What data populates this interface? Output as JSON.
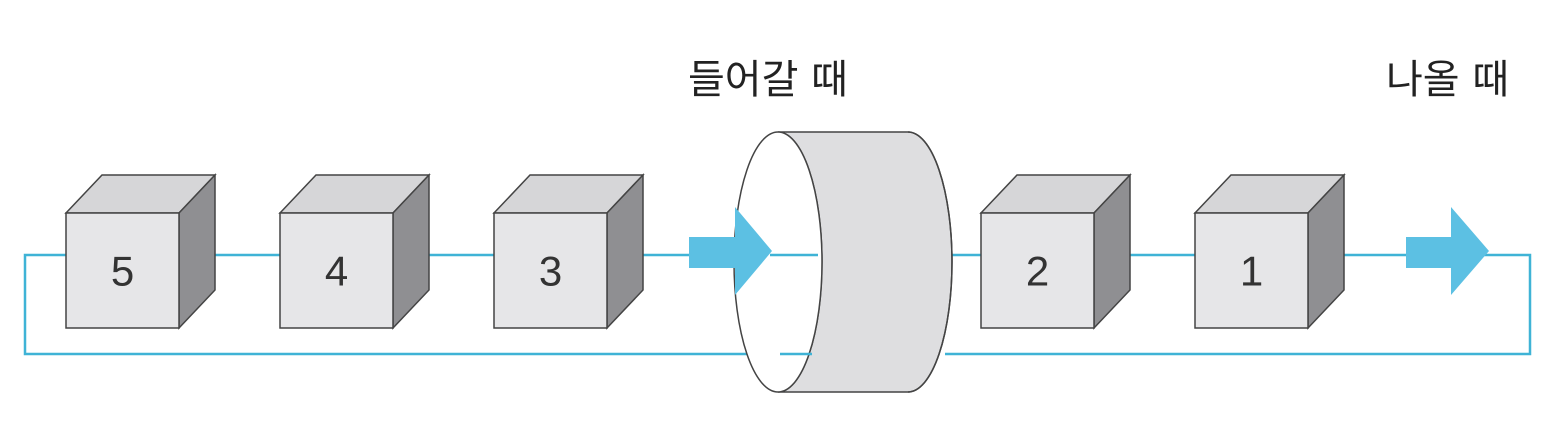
{
  "labels": {
    "entering": "들어갈 때",
    "exiting": "나올 때"
  },
  "boxes": [
    "5",
    "4",
    "3",
    "2",
    "1"
  ],
  "colors": {
    "line": "#3fb3d6",
    "arrow": "#5cc0e3",
    "cube_front": "#e6e6e8",
    "cube_top": "#d6d6d8",
    "cube_side": "#8f8f92",
    "cylinder_body": "#dedee0",
    "stroke": "#444444"
  }
}
